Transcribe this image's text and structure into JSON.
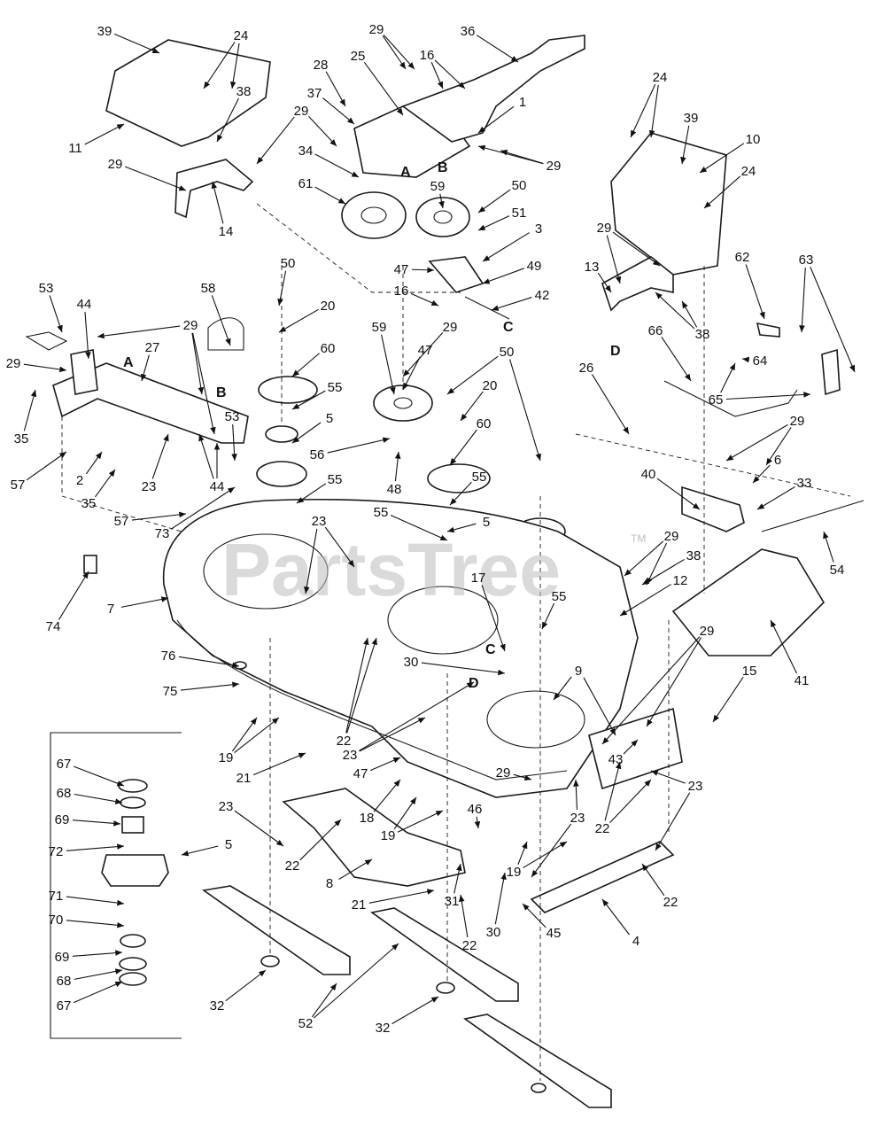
{
  "watermark": {
    "text": "PartsTree",
    "trademark": "TM"
  },
  "callouts": [
    {
      "id": "c39a",
      "label": "39"
    },
    {
      "id": "c24a",
      "label": "24"
    },
    {
      "id": "c11",
      "label": "11"
    },
    {
      "id": "c38a",
      "label": "38"
    },
    {
      "id": "c29a",
      "label": "29"
    },
    {
      "id": "c29b",
      "label": "29"
    },
    {
      "id": "c14",
      "label": "14"
    },
    {
      "id": "c29c",
      "label": "29"
    },
    {
      "id": "c36",
      "label": "36"
    },
    {
      "id": "c16a",
      "label": "16"
    },
    {
      "id": "c28",
      "label": "28"
    },
    {
      "id": "c25",
      "label": "25"
    },
    {
      "id": "c37",
      "label": "37"
    },
    {
      "id": "c1",
      "label": "1"
    },
    {
      "id": "c34",
      "label": "34"
    },
    {
      "id": "c29d",
      "label": "29"
    },
    {
      "id": "c61",
      "label": "61"
    },
    {
      "id": "c59a",
      "label": "59"
    },
    {
      "id": "c50a",
      "label": "50"
    },
    {
      "id": "c51",
      "label": "51"
    },
    {
      "id": "c3",
      "label": "3"
    },
    {
      "id": "c49",
      "label": "49"
    },
    {
      "id": "c47a",
      "label": "47"
    },
    {
      "id": "c16b",
      "label": "16"
    },
    {
      "id": "c42",
      "label": "42"
    },
    {
      "id": "c24b",
      "label": "24"
    },
    {
      "id": "c39b",
      "label": "39"
    },
    {
      "id": "c10",
      "label": "10"
    },
    {
      "id": "c24c",
      "label": "24"
    },
    {
      "id": "c29e",
      "label": "29"
    },
    {
      "id": "c13",
      "label": "13"
    },
    {
      "id": "c38b",
      "label": "38"
    },
    {
      "id": "c62",
      "label": "62"
    },
    {
      "id": "c63",
      "label": "63"
    },
    {
      "id": "c66",
      "label": "66"
    },
    {
      "id": "c64",
      "label": "64"
    },
    {
      "id": "c65",
      "label": "65"
    },
    {
      "id": "c53a",
      "label": "53"
    },
    {
      "id": "c44a",
      "label": "44"
    },
    {
      "id": "c29f",
      "label": "29"
    },
    {
      "id": "c29g",
      "label": "29"
    },
    {
      "id": "c58",
      "label": "58"
    },
    {
      "id": "c50b",
      "label": "50"
    },
    {
      "id": "c20a",
      "label": "20"
    },
    {
      "id": "c27",
      "label": "27"
    },
    {
      "id": "c35a",
      "label": "35"
    },
    {
      "id": "c60a",
      "label": "60"
    },
    {
      "id": "c55a",
      "label": "55"
    },
    {
      "id": "c5a",
      "label": "5"
    },
    {
      "id": "c53b",
      "label": "53"
    },
    {
      "id": "c56",
      "label": "56"
    },
    {
      "id": "c57a",
      "label": "57"
    },
    {
      "id": "c2",
      "label": "2"
    },
    {
      "id": "c23a",
      "label": "23"
    },
    {
      "id": "c44b",
      "label": "44"
    },
    {
      "id": "c35b",
      "label": "35"
    },
    {
      "id": "c57b",
      "label": "57"
    },
    {
      "id": "c73",
      "label": "73"
    },
    {
      "id": "c55b",
      "label": "55"
    },
    {
      "id": "c59b",
      "label": "59"
    },
    {
      "id": "c29h",
      "label": "29"
    },
    {
      "id": "c47b",
      "label": "47"
    },
    {
      "id": "c50c",
      "label": "50"
    },
    {
      "id": "c20b",
      "label": "20"
    },
    {
      "id": "c26",
      "label": "26"
    },
    {
      "id": "c48",
      "label": "48"
    },
    {
      "id": "c60b",
      "label": "60"
    },
    {
      "id": "c55c",
      "label": "55"
    },
    {
      "id": "c55d",
      "label": "55"
    },
    {
      "id": "c5b",
      "label": "5"
    },
    {
      "id": "c29i",
      "label": "29"
    },
    {
      "id": "c6",
      "label": "6"
    },
    {
      "id": "c40",
      "label": "40"
    },
    {
      "id": "c33",
      "label": "33"
    },
    {
      "id": "c23b",
      "label": "23"
    },
    {
      "id": "c74",
      "label": "74"
    },
    {
      "id": "c7",
      "label": "7"
    },
    {
      "id": "c29j",
      "label": "29"
    },
    {
      "id": "c38c",
      "label": "38"
    },
    {
      "id": "c12",
      "label": "12"
    },
    {
      "id": "c54",
      "label": "54"
    },
    {
      "id": "c17",
      "label": "17"
    },
    {
      "id": "c55e",
      "label": "55"
    },
    {
      "id": "c76",
      "label": "76"
    },
    {
      "id": "c75",
      "label": "75"
    },
    {
      "id": "c30a",
      "label": "30"
    },
    {
      "id": "c9",
      "label": "9"
    },
    {
      "id": "c29k",
      "label": "29"
    },
    {
      "id": "c41",
      "label": "41"
    },
    {
      "id": "c15",
      "label": "15"
    },
    {
      "id": "c22a",
      "label": "22"
    },
    {
      "id": "c23c",
      "label": "23"
    },
    {
      "id": "c19a",
      "label": "19"
    },
    {
      "id": "c21a",
      "label": "21"
    },
    {
      "id": "c29l",
      "label": "29"
    },
    {
      "id": "c43",
      "label": "43"
    },
    {
      "id": "c23d",
      "label": "23"
    },
    {
      "id": "c22b",
      "label": "22"
    },
    {
      "id": "c47c",
      "label": "47"
    },
    {
      "id": "c67a",
      "label": "67"
    },
    {
      "id": "c68a",
      "label": "68"
    },
    {
      "id": "c69a",
      "label": "69"
    },
    {
      "id": "c72",
      "label": "72"
    },
    {
      "id": "c5c",
      "label": "5"
    },
    {
      "id": "c71",
      "label": "71"
    },
    {
      "id": "c70",
      "label": "70"
    },
    {
      "id": "c69b",
      "label": "69"
    },
    {
      "id": "c68b",
      "label": "68"
    },
    {
      "id": "c67b",
      "label": "67"
    },
    {
      "id": "c23e",
      "label": "23"
    },
    {
      "id": "c22c",
      "label": "22"
    },
    {
      "id": "c18",
      "label": "18"
    },
    {
      "id": "c46",
      "label": "46"
    },
    {
      "id": "c19b",
      "label": "19"
    },
    {
      "id": "c23f",
      "label": "23"
    },
    {
      "id": "c19c",
      "label": "19"
    },
    {
      "id": "c8",
      "label": "8"
    },
    {
      "id": "c21b",
      "label": "21"
    },
    {
      "id": "c31",
      "label": "31"
    },
    {
      "id": "c22d",
      "label": "22"
    },
    {
      "id": "c30b",
      "label": "30"
    },
    {
      "id": "c45",
      "label": "45"
    },
    {
      "id": "c4",
      "label": "4"
    },
    {
      "id": "c22e",
      "label": "22"
    },
    {
      "id": "c32a",
      "label": "32"
    },
    {
      "id": "c52",
      "label": "52"
    },
    {
      "id": "c32b",
      "label": "32"
    }
  ],
  "reference_letters": [
    {
      "id": "lA1",
      "label": "A"
    },
    {
      "id": "lB1",
      "label": "B"
    },
    {
      "id": "lC1",
      "label": "C"
    },
    {
      "id": "lD1",
      "label": "D"
    },
    {
      "id": "lA2",
      "label": "A"
    },
    {
      "id": "lB2",
      "label": "B"
    },
    {
      "id": "lC2",
      "label": "C"
    },
    {
      "id": "lD2",
      "label": "D"
    }
  ]
}
